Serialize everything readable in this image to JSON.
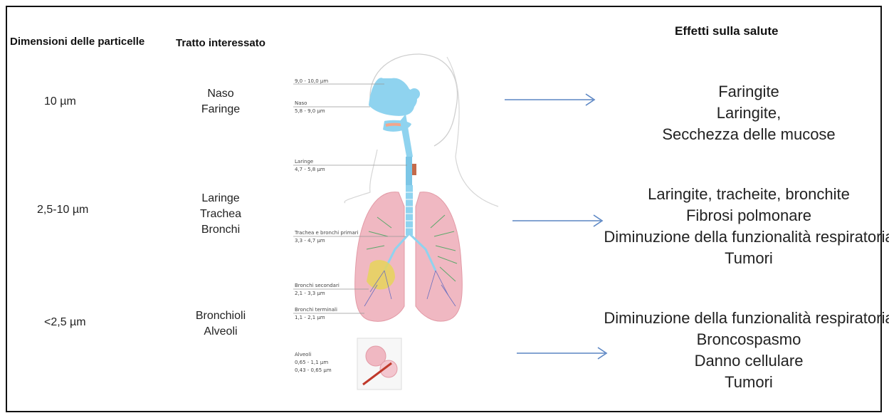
{
  "headers": {
    "size": "Dimensioni delle particelle",
    "tract": "Tratto interessato",
    "effects": "Effetti sulla salute"
  },
  "rows": [
    {
      "size": "10 µm",
      "tract": [
        "Naso",
        "Faringe"
      ],
      "effects": [
        "Faringite",
        "Laringite,",
        "Secchezza delle mucose"
      ]
    },
    {
      "size": "2,5-10 µm",
      "tract": [
        "Laringe",
        "Trachea",
        "Bronchi"
      ],
      "effects": [
        "Laringite, tracheite, bronchite",
        "Fibrosi polmonare",
        "Diminuzione della funzionalità respiratoria",
        "Tumori"
      ]
    },
    {
      "size": "<2,5 µm",
      "tract": [
        "Bronchioli",
        "Alveoli"
      ],
      "effects": [
        "Diminuzione della funzionalità respiratoria",
        "Broncospasmo",
        "Danno cellulare",
        "Tumori"
      ]
    }
  ],
  "figure_labels": {
    "l1": "9,0 - 10,0 µm",
    "l2a": "Naso",
    "l2b": "5,8 - 9,0 µm",
    "l3a": "Laringe",
    "l3b": "4,7 - 5,8 µm",
    "l4a": "Trachea e bronchi primari",
    "l4b": "3,3 - 4,7 µm",
    "l5a": "Bronchi secondari",
    "l5b": "2,1 - 3,3 µm",
    "l6a": "Bronchi terminali",
    "l6b": "1,1 - 2,1 µm",
    "l7a": "Alveoli",
    "l7b": "0,65 - 1,1 µm",
    "l7c": "0,43 - 0,65 µm"
  },
  "colors": {
    "airway": "#8fd3ef",
    "lung": "#f0b8c2",
    "arrow": "#5b86c4",
    "bronchi_green": "#5aa86a",
    "bronchi_yellow": "#e6d35a"
  }
}
